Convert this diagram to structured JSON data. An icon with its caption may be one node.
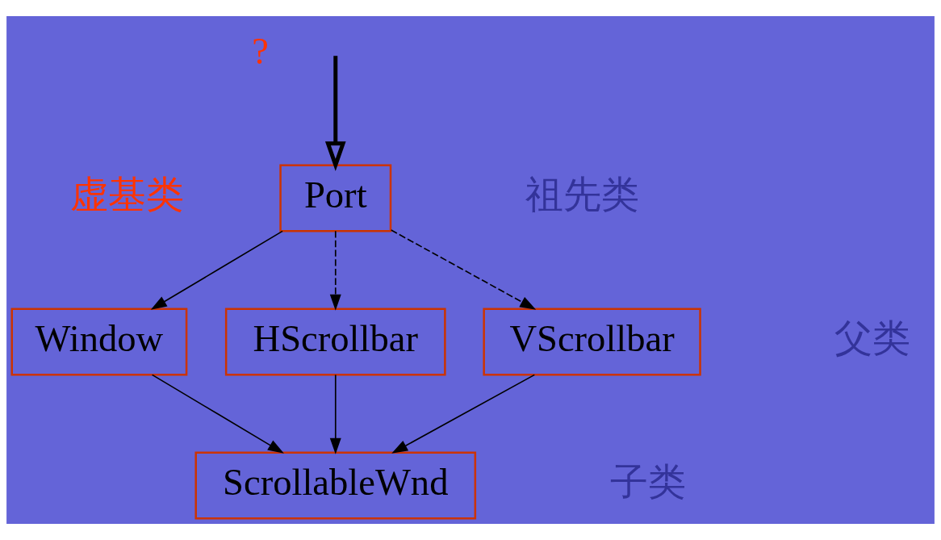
{
  "diagram": {
    "nodes": [
      {
        "text": [
          "Port"
        ]
      },
      {
        "text": [
          "Window"
        ]
      },
      {
        "text": [
          "HScrollbar"
        ]
      },
      {
        "text": [
          "VScrollbar"
        ]
      },
      {
        "text": [
          "ScrollableWnd"
        ]
      }
    ],
    "edges": [
      {
        "from": null,
        "to": 0,
        "arrow": "to",
        "style": "thick"
      },
      {
        "from": 0,
        "to": 1,
        "arrow": "to"
      },
      {
        "from": 0,
        "to": 2,
        "arrow": "to",
        "style": "dashed"
      },
      {
        "from": 0,
        "to": 3,
        "arrow": "to",
        "style": "dashed"
      },
      {
        "from": 1,
        "to": 4,
        "arrow": "to"
      },
      {
        "from": 2,
        "to": 4,
        "arrow": "to"
      },
      {
        "from": 3,
        "to": 4,
        "arrow": "to"
      }
    ],
    "labels": [
      "?",
      "虚基类",
      "祖先类",
      "父类",
      "子类"
    ]
  }
}
